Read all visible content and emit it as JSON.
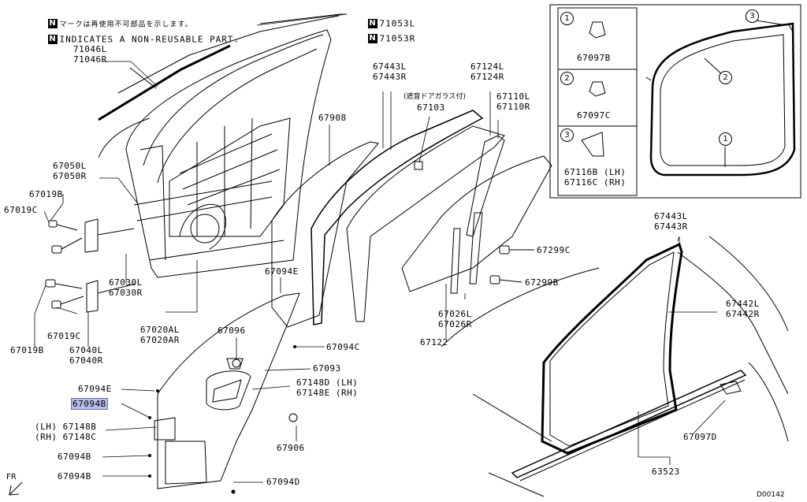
{
  "notes": {
    "badge": "N",
    "jp": "マークは再使用不可部品を示します。",
    "en": "INDICATES A NON-REUSABLE PART."
  },
  "top_parts": {
    "p1": "71053L",
    "p2": "71053R"
  },
  "labels": [
    {
      "id": "71046",
      "lines": [
        "71046L",
        "71046R"
      ]
    },
    {
      "id": "67050",
      "lines": [
        "67050L",
        "67050R"
      ]
    },
    {
      "id": "67019B-top",
      "lines": [
        "67019B"
      ]
    },
    {
      "id": "67019C-top",
      "lines": [
        "67019C"
      ]
    },
    {
      "id": "67030",
      "lines": [
        "67030L",
        "67030R"
      ]
    },
    {
      "id": "67019C-bot",
      "lines": [
        "67019C"
      ]
    },
    {
      "id": "67019B-bot",
      "lines": [
        "67019B"
      ]
    },
    {
      "id": "67040",
      "lines": [
        "67040L",
        "67040R"
      ]
    },
    {
      "id": "67020",
      "lines": [
        "67020AL",
        "67020AR"
      ]
    },
    {
      "id": "67443-top",
      "lines": [
        "67443L",
        "67443R"
      ]
    },
    {
      "id": "67124",
      "lines": [
        "67124L",
        "67124R"
      ]
    },
    {
      "id": "67110",
      "lines": [
        "67110L",
        "67110R"
      ]
    },
    {
      "id": "67908",
      "lines": [
        "67908"
      ]
    },
    {
      "id": "67299C",
      "lines": [
        "67299C"
      ]
    },
    {
      "id": "67299B",
      "lines": [
        "67299B"
      ]
    },
    {
      "id": "67094E-top",
      "lines": [
        "67094E"
      ]
    },
    {
      "id": "67026",
      "lines": [
        "67026L",
        "67026R"
      ]
    },
    {
      "id": "67122",
      "lines": [
        "67122"
      ]
    },
    {
      "id": "67096",
      "lines": [
        "67096"
      ]
    },
    {
      "id": "67094C",
      "lines": [
        "67094C"
      ]
    },
    {
      "id": "67093",
      "lines": [
        "67093"
      ]
    },
    {
      "id": "67148DE",
      "lines": [
        "67148D (LH)",
        "67148E (RH)"
      ]
    },
    {
      "id": "67094E-bot",
      "lines": [
        "67094E"
      ]
    },
    {
      "id": "67148BC",
      "lines": [
        "(LH) 67148B",
        "(RH) 67148C"
      ]
    },
    {
      "id": "67094B-1",
      "lines": [
        "67094B"
      ]
    },
    {
      "id": "67906",
      "lines": [
        "67906"
      ]
    },
    {
      "id": "67094B-2",
      "lines": [
        "67094B"
      ]
    },
    {
      "id": "67094D",
      "lines": [
        "67094D"
      ]
    },
    {
      "id": "67443-right",
      "lines": [
        "67443L",
        "67443R"
      ]
    },
    {
      "id": "67442",
      "lines": [
        "67442L",
        "67442R"
      ]
    },
    {
      "id": "67097D",
      "lines": [
        "67097D"
      ]
    },
    {
      "id": "63523",
      "lines": [
        "63523"
      ]
    }
  ],
  "glass_note": {
    "jp": "(遮音ドアガラス付)",
    "code": "67103"
  },
  "highlight": "67094B",
  "inset": {
    "rows": [
      {
        "num": "1",
        "code": "67097B"
      },
      {
        "num": "2",
        "code": "67097C"
      },
      {
        "num": "3",
        "code1": "67116B (LH)",
        "code2": "67116C (RH)"
      }
    ],
    "callouts": [
      "3",
      "2",
      "1"
    ]
  },
  "front_marker": "FR",
  "drawing_code": "D00142"
}
